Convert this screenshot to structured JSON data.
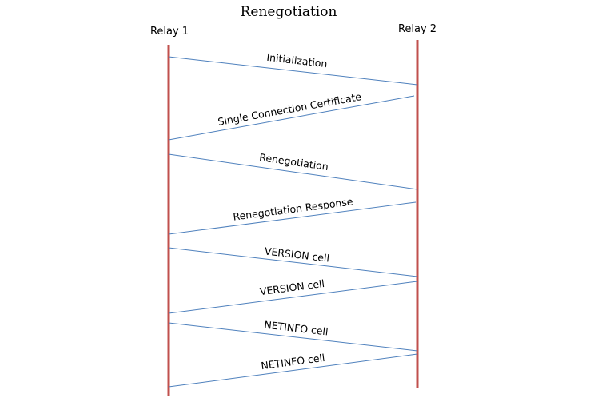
{
  "title": "Renegotiation",
  "participants": {
    "left": {
      "label": "Relay 1"
    },
    "right": {
      "label": "Relay 2"
    }
  },
  "colors": {
    "lifeline": "#c0504d",
    "message_line": "#4f81bd",
    "text": "#000000"
  },
  "messages": [
    {
      "label": "Initialization",
      "from": "left",
      "to": "right"
    },
    {
      "label": "Single Connection Certificate",
      "from": "right",
      "to": "left"
    },
    {
      "label": "Renegotiation",
      "from": "left",
      "to": "right"
    },
    {
      "label": "Renegotiation Response",
      "from": "right",
      "to": "left"
    },
    {
      "label": "VERSION cell",
      "from": "left",
      "to": "right"
    },
    {
      "label": "VERSION cell",
      "from": "right",
      "to": "left"
    },
    {
      "label": "NETINFO cell",
      "from": "left",
      "to": "right"
    },
    {
      "label": "NETINFO cell",
      "from": "right",
      "to": "left"
    }
  ]
}
